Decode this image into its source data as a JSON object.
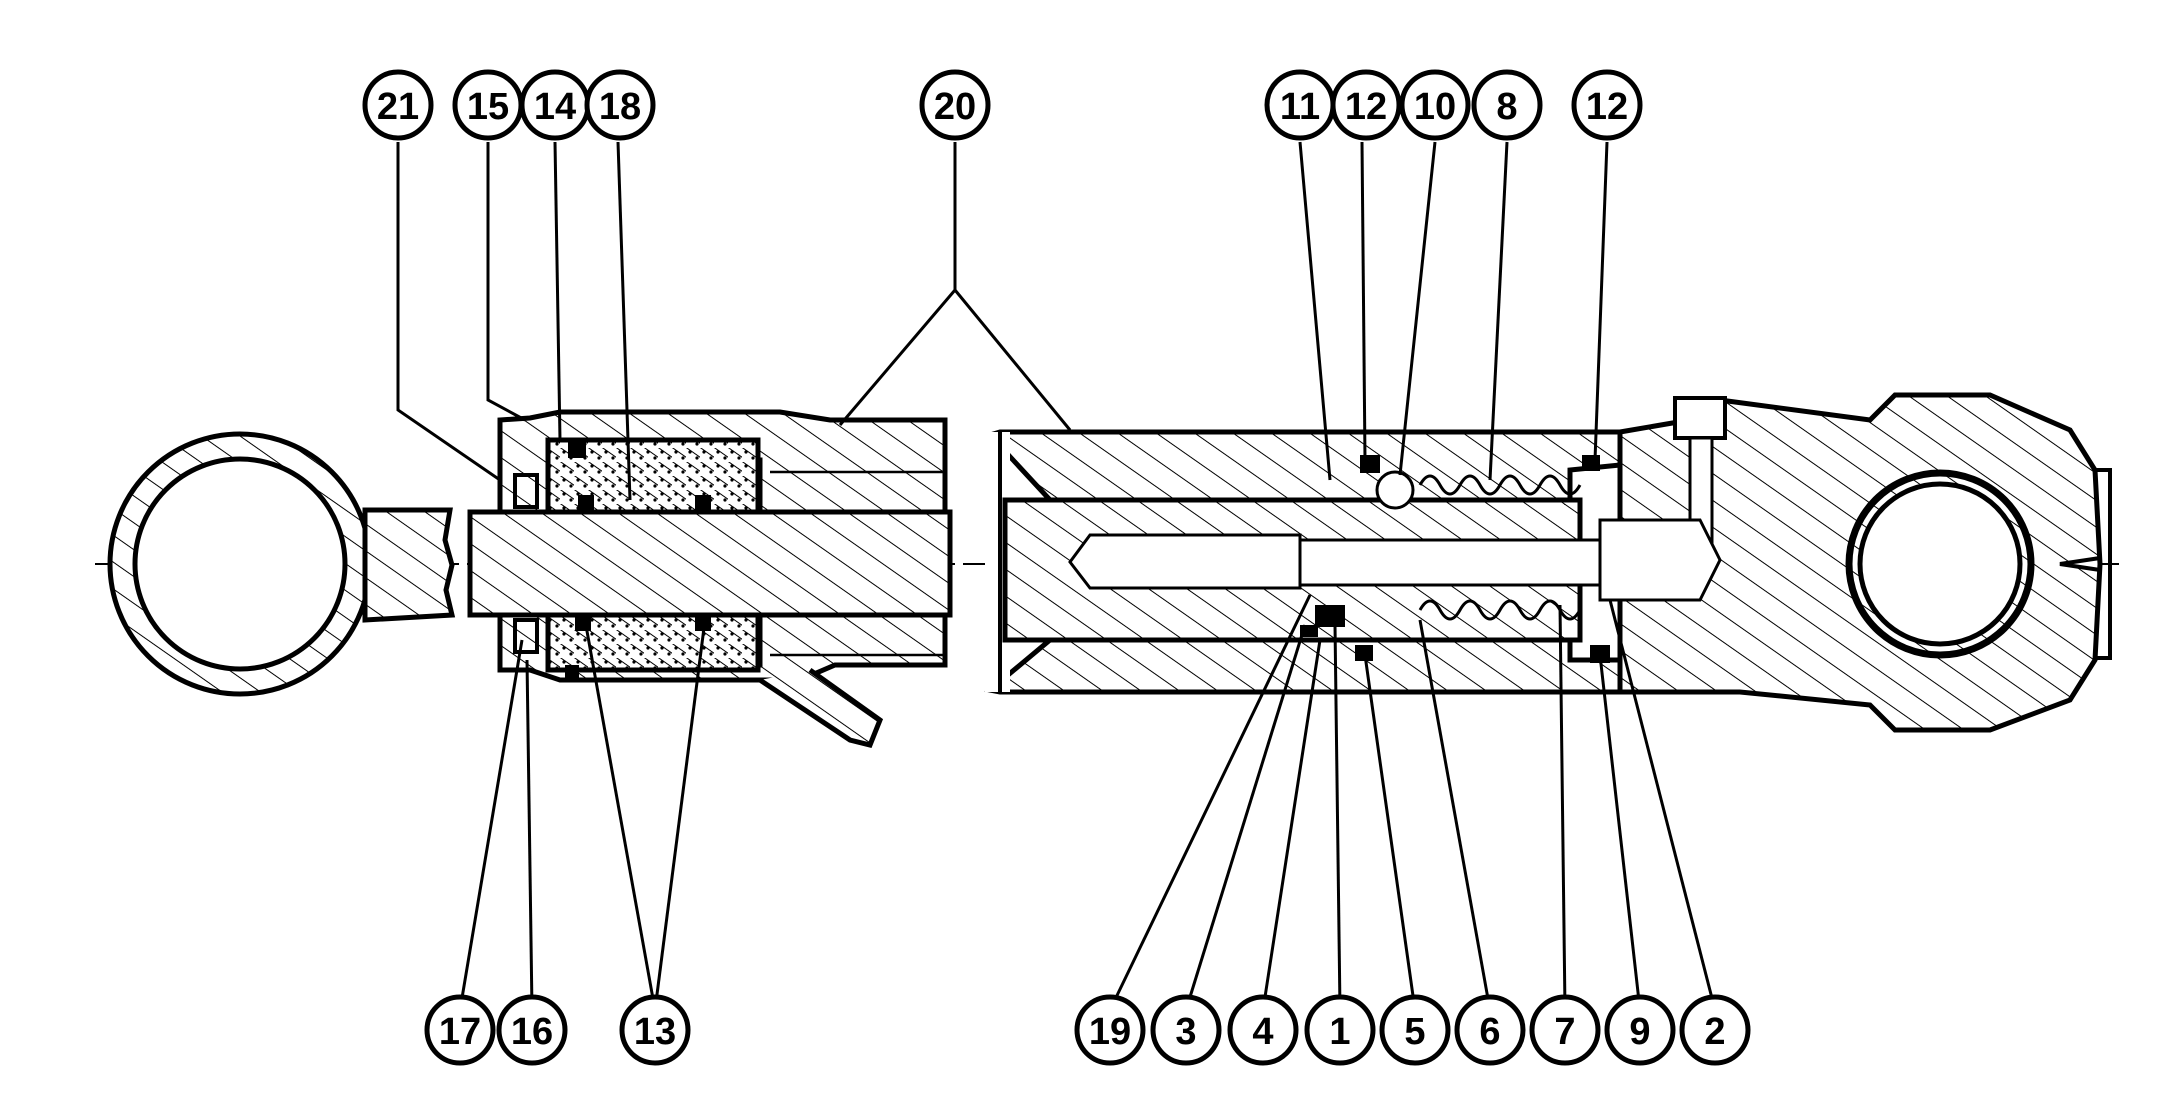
{
  "diagram": {
    "labels_top": [
      "21",
      "15",
      "14",
      "18",
      "20",
      "11",
      "12",
      "10",
      "8",
      "12"
    ],
    "labels_bottom": [
      "17",
      "16",
      "13",
      "19",
      "3",
      "4",
      "1",
      "5",
      "6",
      "7",
      "9",
      "2"
    ]
  },
  "colors": {
    "ink": "#000000",
    "paper": "#ffffff"
  }
}
